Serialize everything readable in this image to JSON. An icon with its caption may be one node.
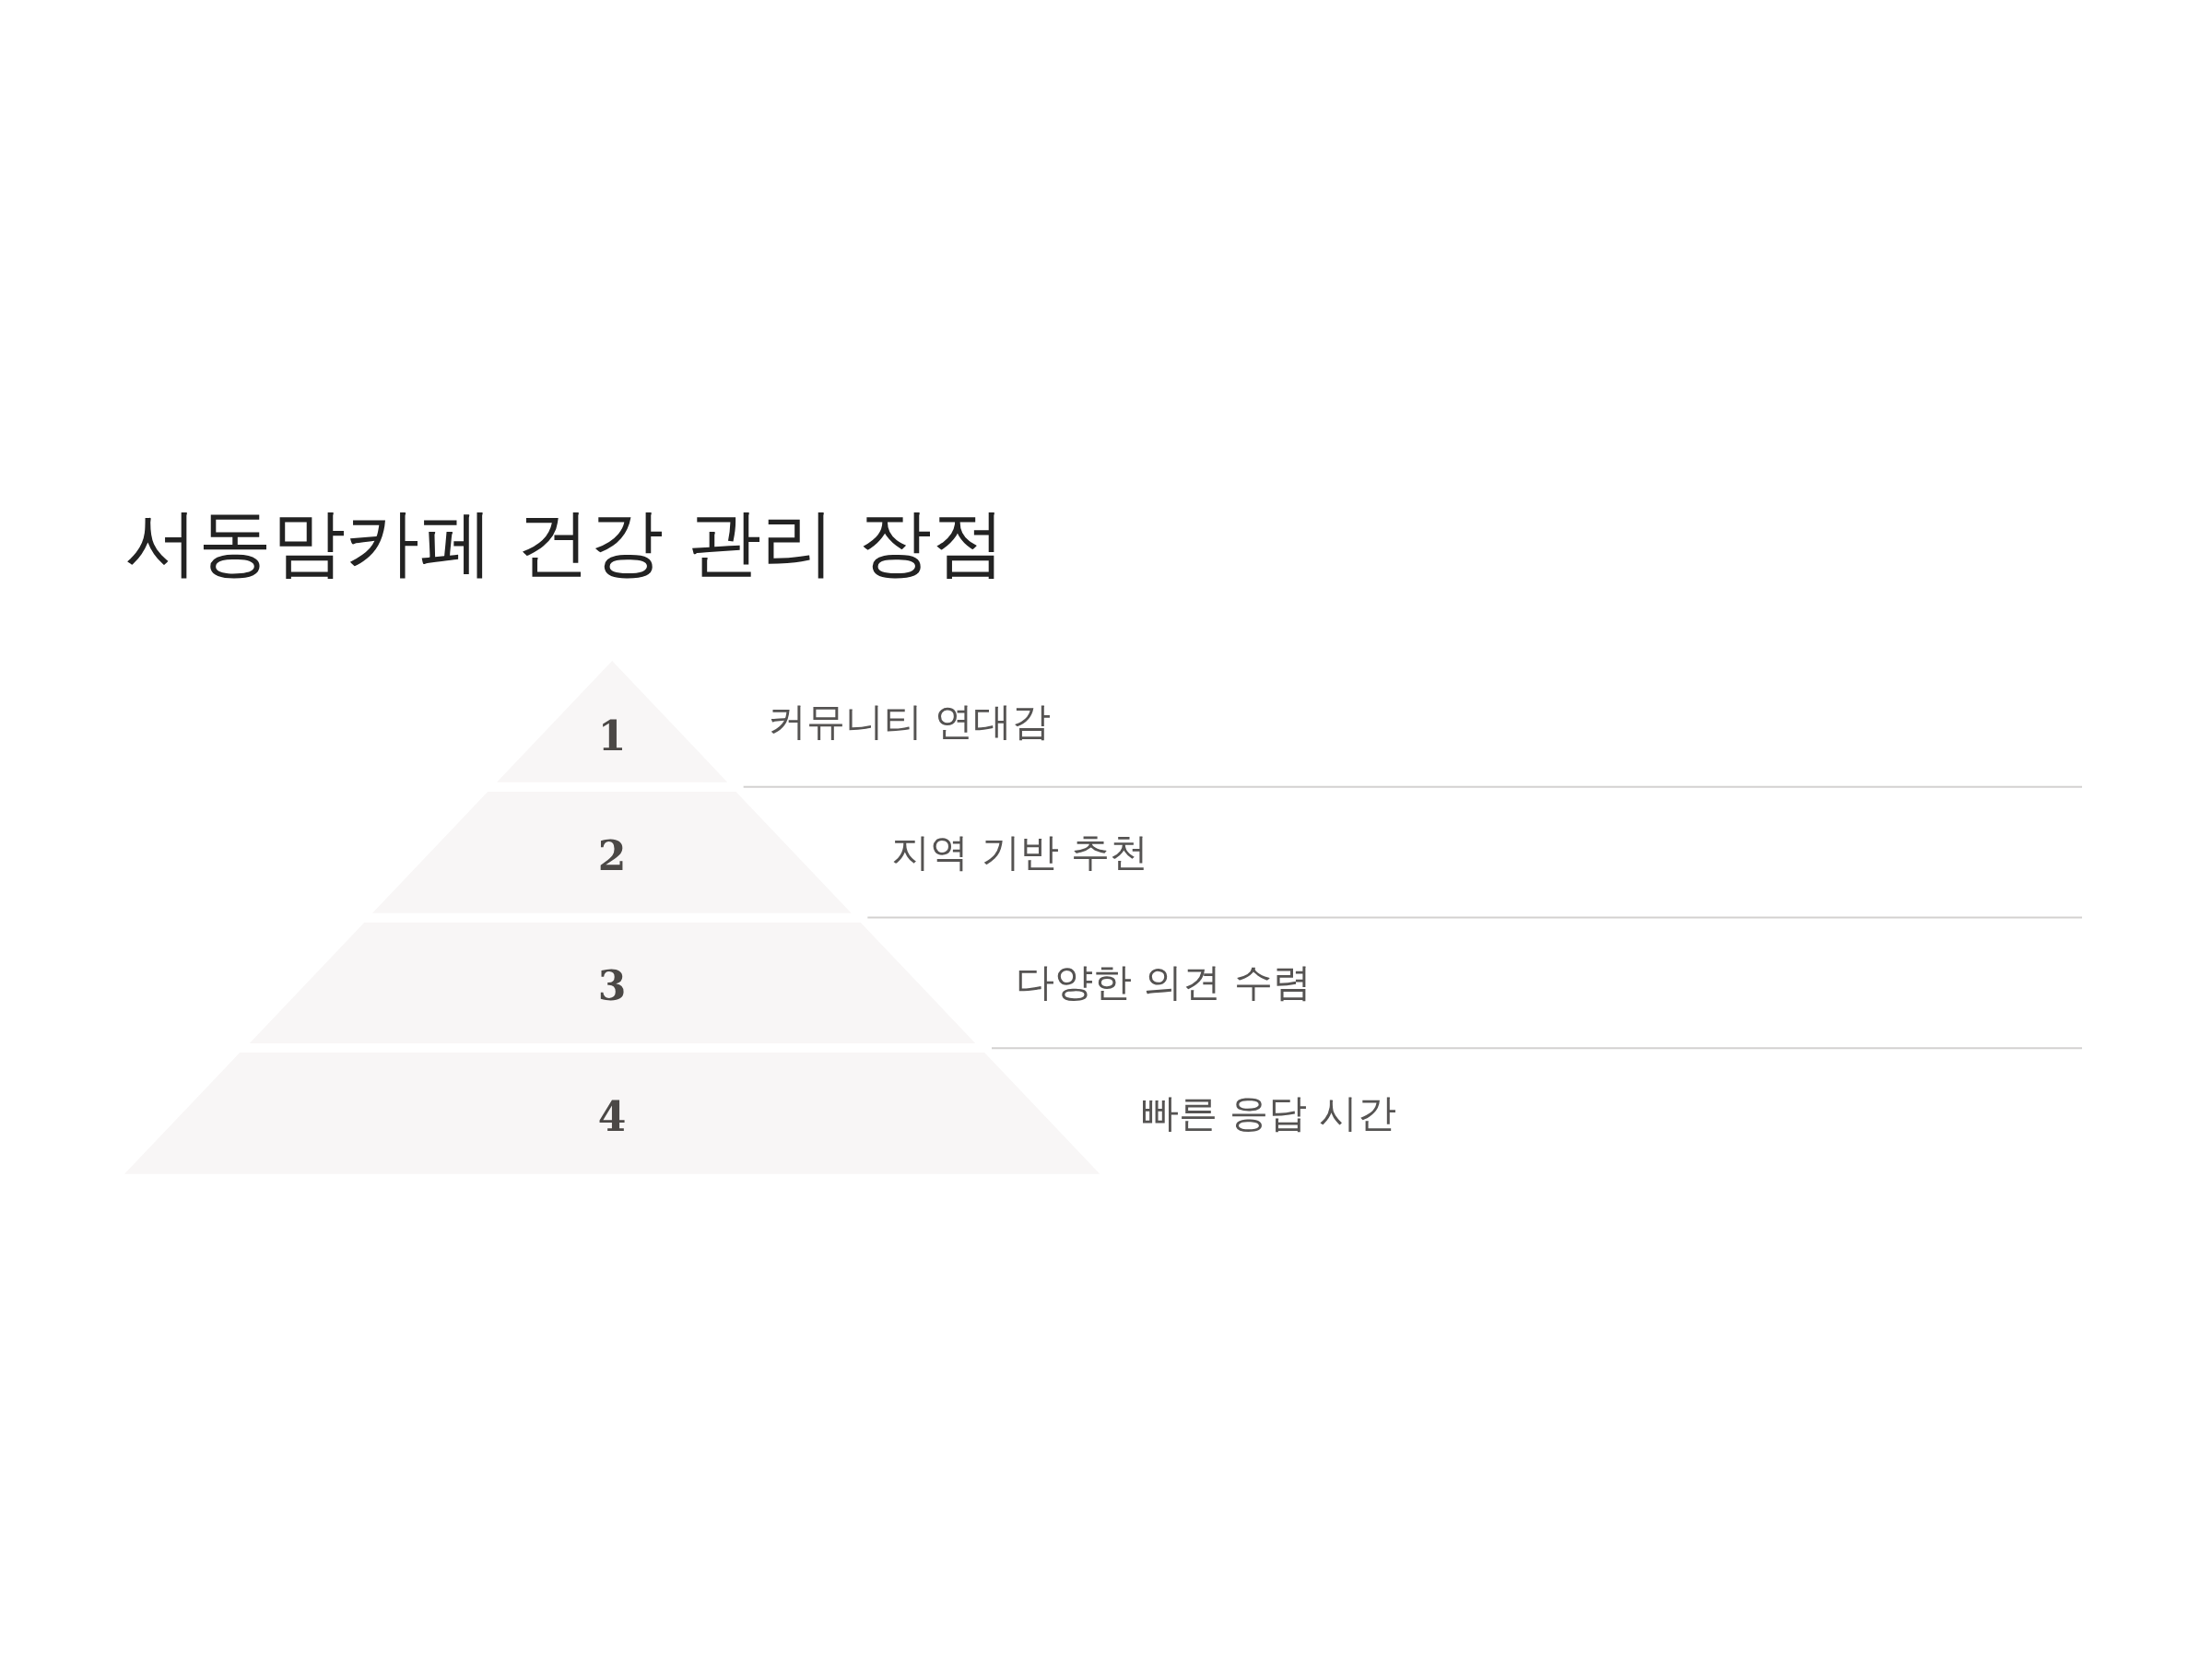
{
  "diagram": {
    "title": "서동맘카페 건강 관리 장점",
    "nodes": [
      {
        "text": [
          "1"
        ],
        "beside": [
          "커뮤니티 연대감"
        ]
      },
      {
        "text": [
          "2"
        ],
        "beside": [
          "지역 기반 추천"
        ]
      },
      {
        "text": [
          "3"
        ],
        "beside": [
          "다양한 의견 수렴"
        ]
      },
      {
        "text": [
          "4"
        ],
        "beside": [
          "빠른 응답 시간"
        ]
      }
    ]
  }
}
